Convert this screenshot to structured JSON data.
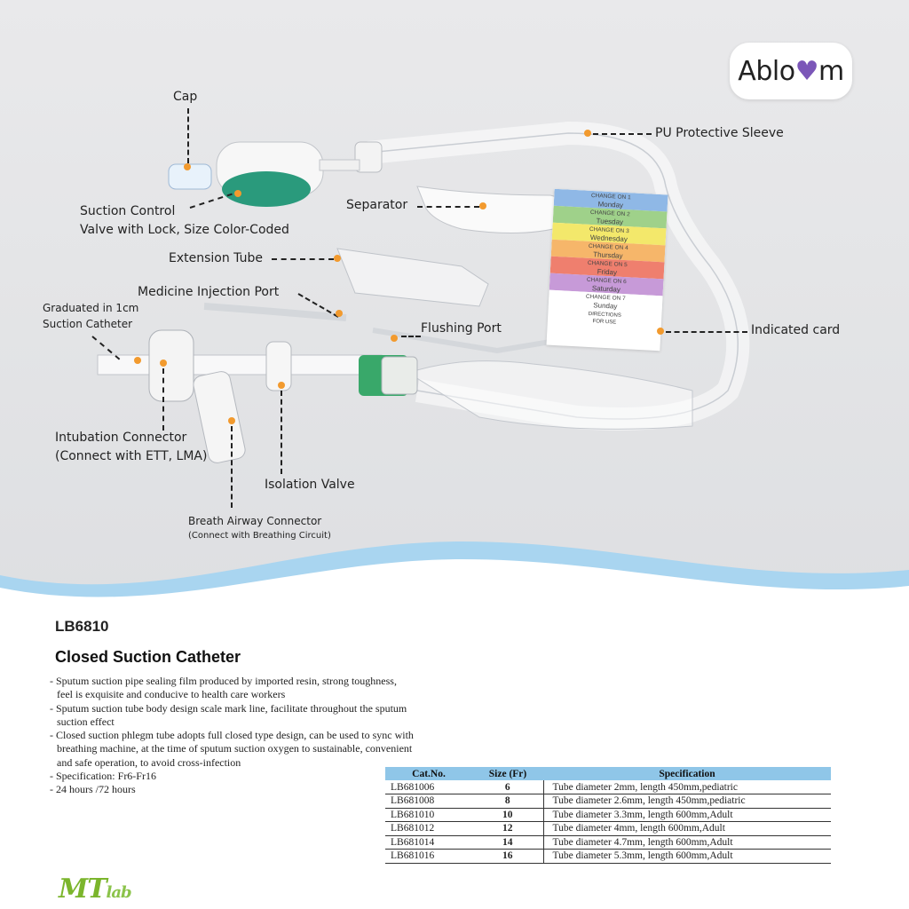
{
  "logo": {
    "text_a": "Ablo",
    "text_heart": "♥",
    "text_b": "m"
  },
  "labels": {
    "cap": "Cap",
    "pu_sleeve": "PU Protective Sleeve",
    "suction_control_1": "Suction Control",
    "suction_control_2": "Valve with Lock, Size Color-Coded",
    "separator": "Separator",
    "extension_tube": "Extension Tube",
    "medicine_port": "Medicine Injection Port",
    "graduated_1": "Graduated in 1cm",
    "graduated_2": "Suction Catheter",
    "flushing_port": "Flushing Port",
    "indicated_card": "Indicated card",
    "intubation_1": "Intubation Connector",
    "intubation_2": "(Connect with ETT, LMA)",
    "isolation_valve": "Isolation Valve",
    "breath_1": "Breath Airway Connector",
    "breath_2": "(Connect with Breathing Circuit)"
  },
  "card": {
    "rows": [
      {
        "top": "CHANGE ON  1",
        "day": "Monday",
        "color": "#8fb8e6"
      },
      {
        "top": "CHANGE ON  2",
        "day": "Tuesday",
        "color": "#9fd18a"
      },
      {
        "top": "CHANGE ON  3",
        "day": "Wednesday",
        "color": "#f3e86b"
      },
      {
        "top": "CHANGE ON  4",
        "day": "Thursday",
        "color": "#f6b66a"
      },
      {
        "top": "CHANGE ON  5",
        "day": "Friday",
        "color": "#ef7f6e"
      },
      {
        "top": "CHANGE ON  6",
        "day": "Saturday",
        "color": "#c79ad8"
      },
      {
        "top": "CHANGE ON  7",
        "day": "Sunday",
        "color": "#ffffff"
      }
    ],
    "footer_1": "DIRECTIONS",
    "footer_2": "FOR USE"
  },
  "product": {
    "model": "LB6810",
    "title": "Closed Suction Catheter",
    "bullets": [
      "- Sputum suction pipe sealing film produced by imported resin, strong toughness,",
      "  feel is exquisite and conducive to health care workers",
      "- Sputum suction tube body design scale mark line, facilitate throughout the sputum",
      "  suction effect",
      "- Closed suction phlegm tube adopts full closed type design, can be used to sync with",
      "  breathing machine, at the time of sputum suction oxygen to sustainable, convenient",
      "  and safe operation, to avoid cross-infection",
      "- Specification:  Fr6-Fr16",
      "- 24 hours /72 hours"
    ]
  },
  "table": {
    "headers": [
      "Cat.No.",
      "Size (Fr)",
      "Specification"
    ],
    "rows": [
      [
        "LB681006",
        "6",
        "Tube diameter 2mm,      length 450mm,pediatric"
      ],
      [
        "LB681008",
        "8",
        "Tube diameter 2.6mm,   length 450mm,pediatric"
      ],
      [
        "LB681010",
        "10",
        "Tube diameter 3.3mm,   length 600mm,Adult"
      ],
      [
        "LB681012",
        "12",
        "Tube diameter 4mm,      length 600mm,Adult"
      ],
      [
        "LB681014",
        "14",
        "Tube diameter 4.7mm,   length 600mm,Adult"
      ],
      [
        "LB681016",
        "16",
        "Tube diameter 5.3mm,   length 600mm,Adult"
      ]
    ]
  },
  "brand": {
    "main": "MT",
    "sub": "lab"
  },
  "colors": {
    "accent_orange": "#f29a2e",
    "wave_blue": "#9fd0ee",
    "table_header": "#8fc6e8",
    "valve_green": "#2a9a7c",
    "brand_green": "#7bb52c"
  }
}
